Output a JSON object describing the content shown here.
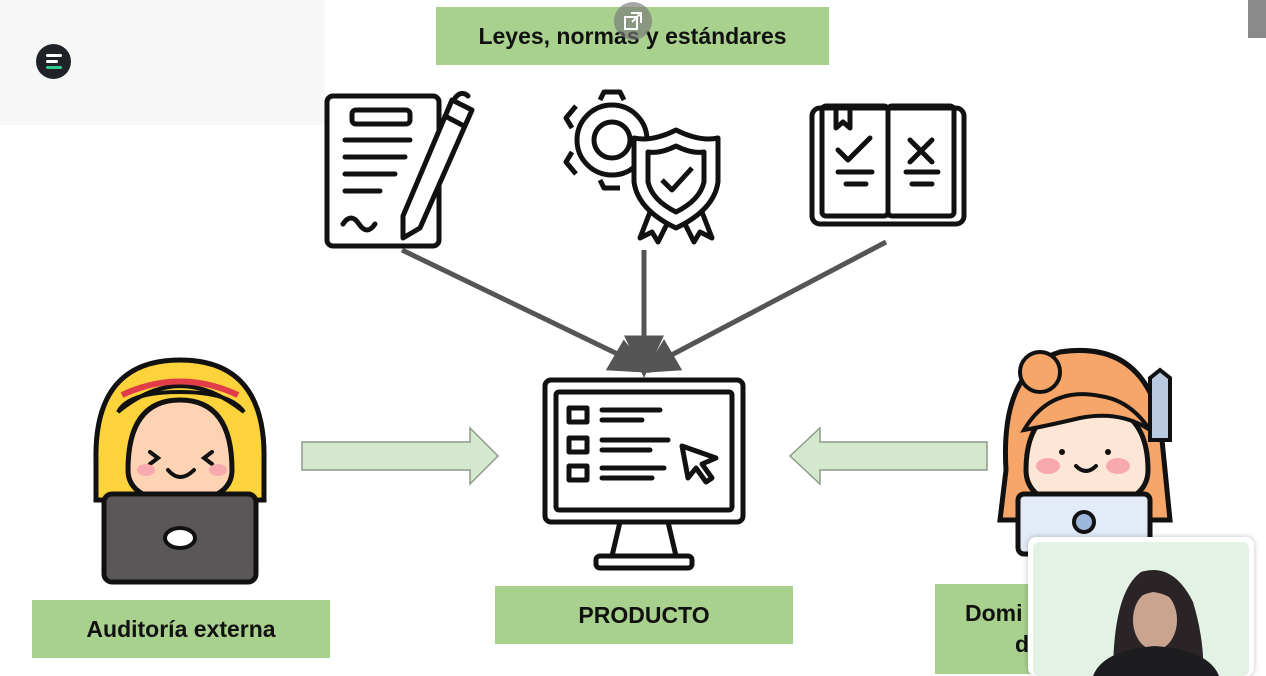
{
  "diagram": {
    "top_label": "Leyes, normas y estándares",
    "center_label": "PRODUCTO",
    "left_label": "Auditoría externa",
    "right_label_line1": "Domi",
    "right_label_line2": "d"
  },
  "colors": {
    "label_bg": "#a9d18e",
    "arrow_fill": "#d3e8cc",
    "arrow_dark": "#555555",
    "skin": "#fdd3b4",
    "cheek": "#f8a9ae"
  },
  "icons": {
    "document": "signed-document-icon",
    "certificate": "gear-shield-certification-icon",
    "checklist": "checklist-book-icon",
    "computer": "computer-monitor-icon",
    "auditor": "auditor-with-laptop-avatar",
    "domain_expert": "domain-expert-with-laptop-avatar",
    "app_logo": "app-logo-icon",
    "popout": "popout-window-icon"
  }
}
